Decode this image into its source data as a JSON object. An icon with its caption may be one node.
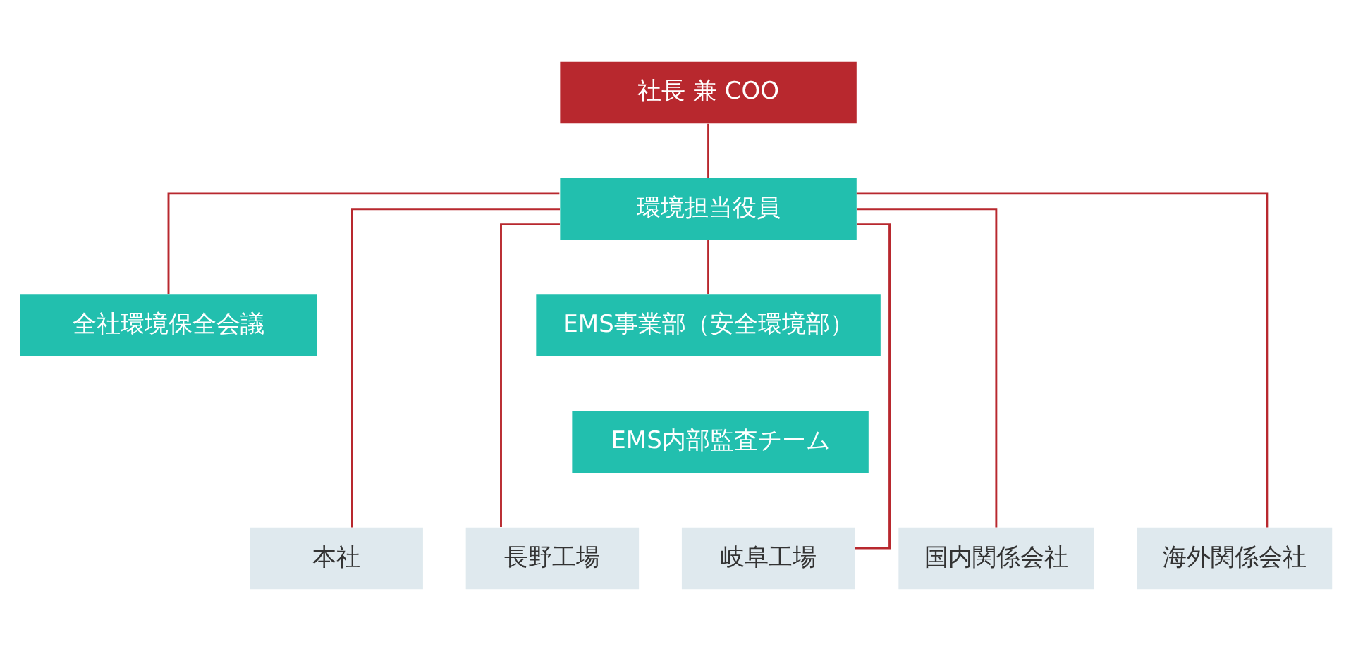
{
  "diagram": {
    "nodes": [
      {
        "text": [
          "社長 兼 COO"
        ]
      },
      {
        "text": [
          "環境担当役員"
        ]
      },
      {
        "text": [
          "全社環境保全会議"
        ]
      },
      {
        "text": [
          "EMS事業部（安全環境部）"
        ]
      },
      {
        "text": [
          "EMS内部監査チーム"
        ]
      },
      {
        "text": [
          "本社"
        ]
      },
      {
        "text": [
          "長野工場"
        ]
      },
      {
        "text": [
          "岐阜工場"
        ]
      },
      {
        "text": [
          "国内関係会社"
        ]
      },
      {
        "text": [
          "海外関係会社"
        ]
      }
    ],
    "edges": [
      {
        "from": 0,
        "to": 1,
        "arrow": "none"
      },
      {
        "from": 1,
        "to": 2,
        "arrow": "none"
      },
      {
        "from": 1,
        "to": 3,
        "arrow": "none"
      },
      {
        "from": 1,
        "to": 5,
        "arrow": "none"
      },
      {
        "from": 1,
        "to": 6,
        "arrow": "none"
      },
      {
        "from": 1,
        "to": 7,
        "arrow": "none"
      },
      {
        "from": 1,
        "to": 8,
        "arrow": "none"
      },
      {
        "from": 1,
        "to": 9,
        "arrow": "none"
      }
    ]
  }
}
